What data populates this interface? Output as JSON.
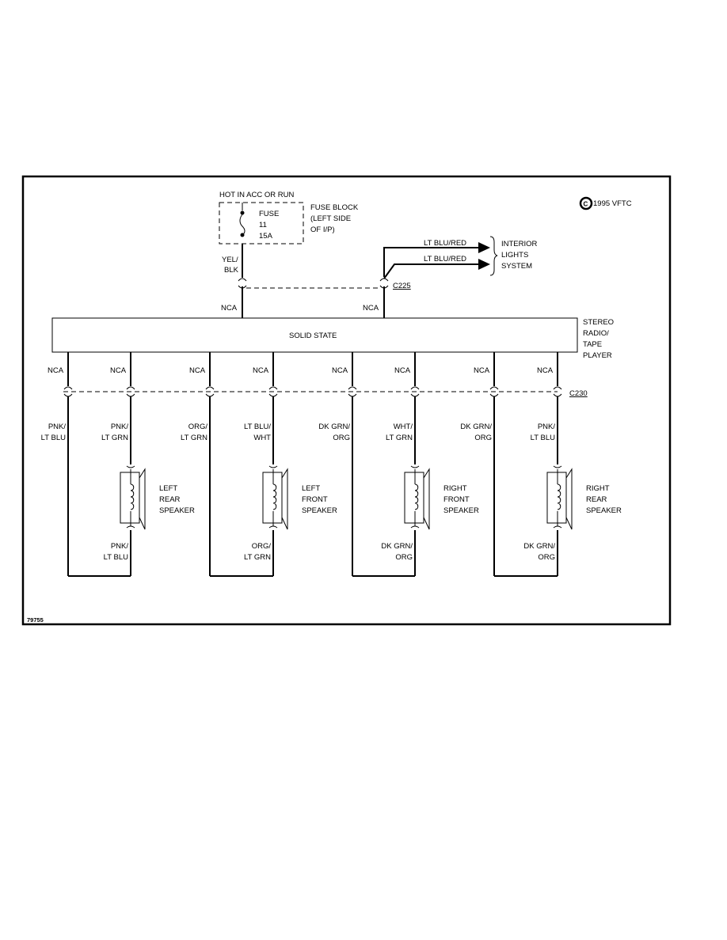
{
  "copyright": {
    "symbol": "C",
    "text": "1995 VFTC"
  },
  "figure_id": "79755",
  "power": {
    "hot_label": "HOT IN ACC OR RUN",
    "fuse_label": "FUSE",
    "fuse_number": "11",
    "fuse_rating": "15A",
    "fuse_block_lines": [
      "FUSE BLOCK",
      "(LEFT SIDE",
      "OF I/P)"
    ],
    "feed_wire_lines": [
      "YEL/",
      "BLK"
    ]
  },
  "interior_lights": {
    "wire_1": "LT BLU/RED",
    "wire_2": "LT BLU/RED",
    "system_lines": [
      "INTERIOR",
      "LIGHTS",
      "SYSTEM"
    ]
  },
  "connectors": {
    "upper": "C225",
    "lower": "C230"
  },
  "radio": {
    "body_text": "SOLID STATE",
    "name_lines": [
      "STEREO",
      "RADIO/",
      "TAPE",
      "PLAYER"
    ],
    "top_nca_left": "NCA",
    "top_nca_right": "NCA"
  },
  "outputs": [
    {
      "nca": "NCA",
      "wire_lines": [
        "PNK/",
        "LT BLU"
      ]
    },
    {
      "nca": "NCA",
      "wire_lines": [
        "PNK/",
        "LT GRN"
      ]
    },
    {
      "nca": "NCA",
      "wire_lines": [
        "ORG/",
        "LT GRN"
      ]
    },
    {
      "nca": "NCA",
      "wire_lines": [
        "LT BLU/",
        "WHT"
      ]
    },
    {
      "nca": "NCA",
      "wire_lines": [
        "DK GRN/",
        "ORG"
      ]
    },
    {
      "nca": "NCA",
      "wire_lines": [
        "WHT/",
        "LT GRN"
      ]
    },
    {
      "nca": "NCA",
      "wire_lines": [
        "DK GRN/",
        "ORG"
      ]
    },
    {
      "nca": "NCA",
      "wire_lines": [
        "PNK/",
        "LT BLU"
      ]
    }
  ],
  "speakers": [
    {
      "name_lines": [
        "LEFT",
        "REAR",
        "SPEAKER"
      ],
      "return_wire_lines": [
        "PNK/",
        "LT BLU"
      ]
    },
    {
      "name_lines": [
        "LEFT",
        "FRONT",
        "SPEAKER"
      ],
      "return_wire_lines": [
        "ORG/",
        "LT GRN"
      ]
    },
    {
      "name_lines": [
        "RIGHT",
        "FRONT",
        "SPEAKER"
      ],
      "return_wire_lines": [
        "DK GRN/",
        "ORG"
      ]
    },
    {
      "name_lines": [
        "RIGHT",
        "REAR",
        "SPEAKER"
      ],
      "return_wire_lines": [
        "DK GRN/",
        "ORG"
      ]
    }
  ]
}
